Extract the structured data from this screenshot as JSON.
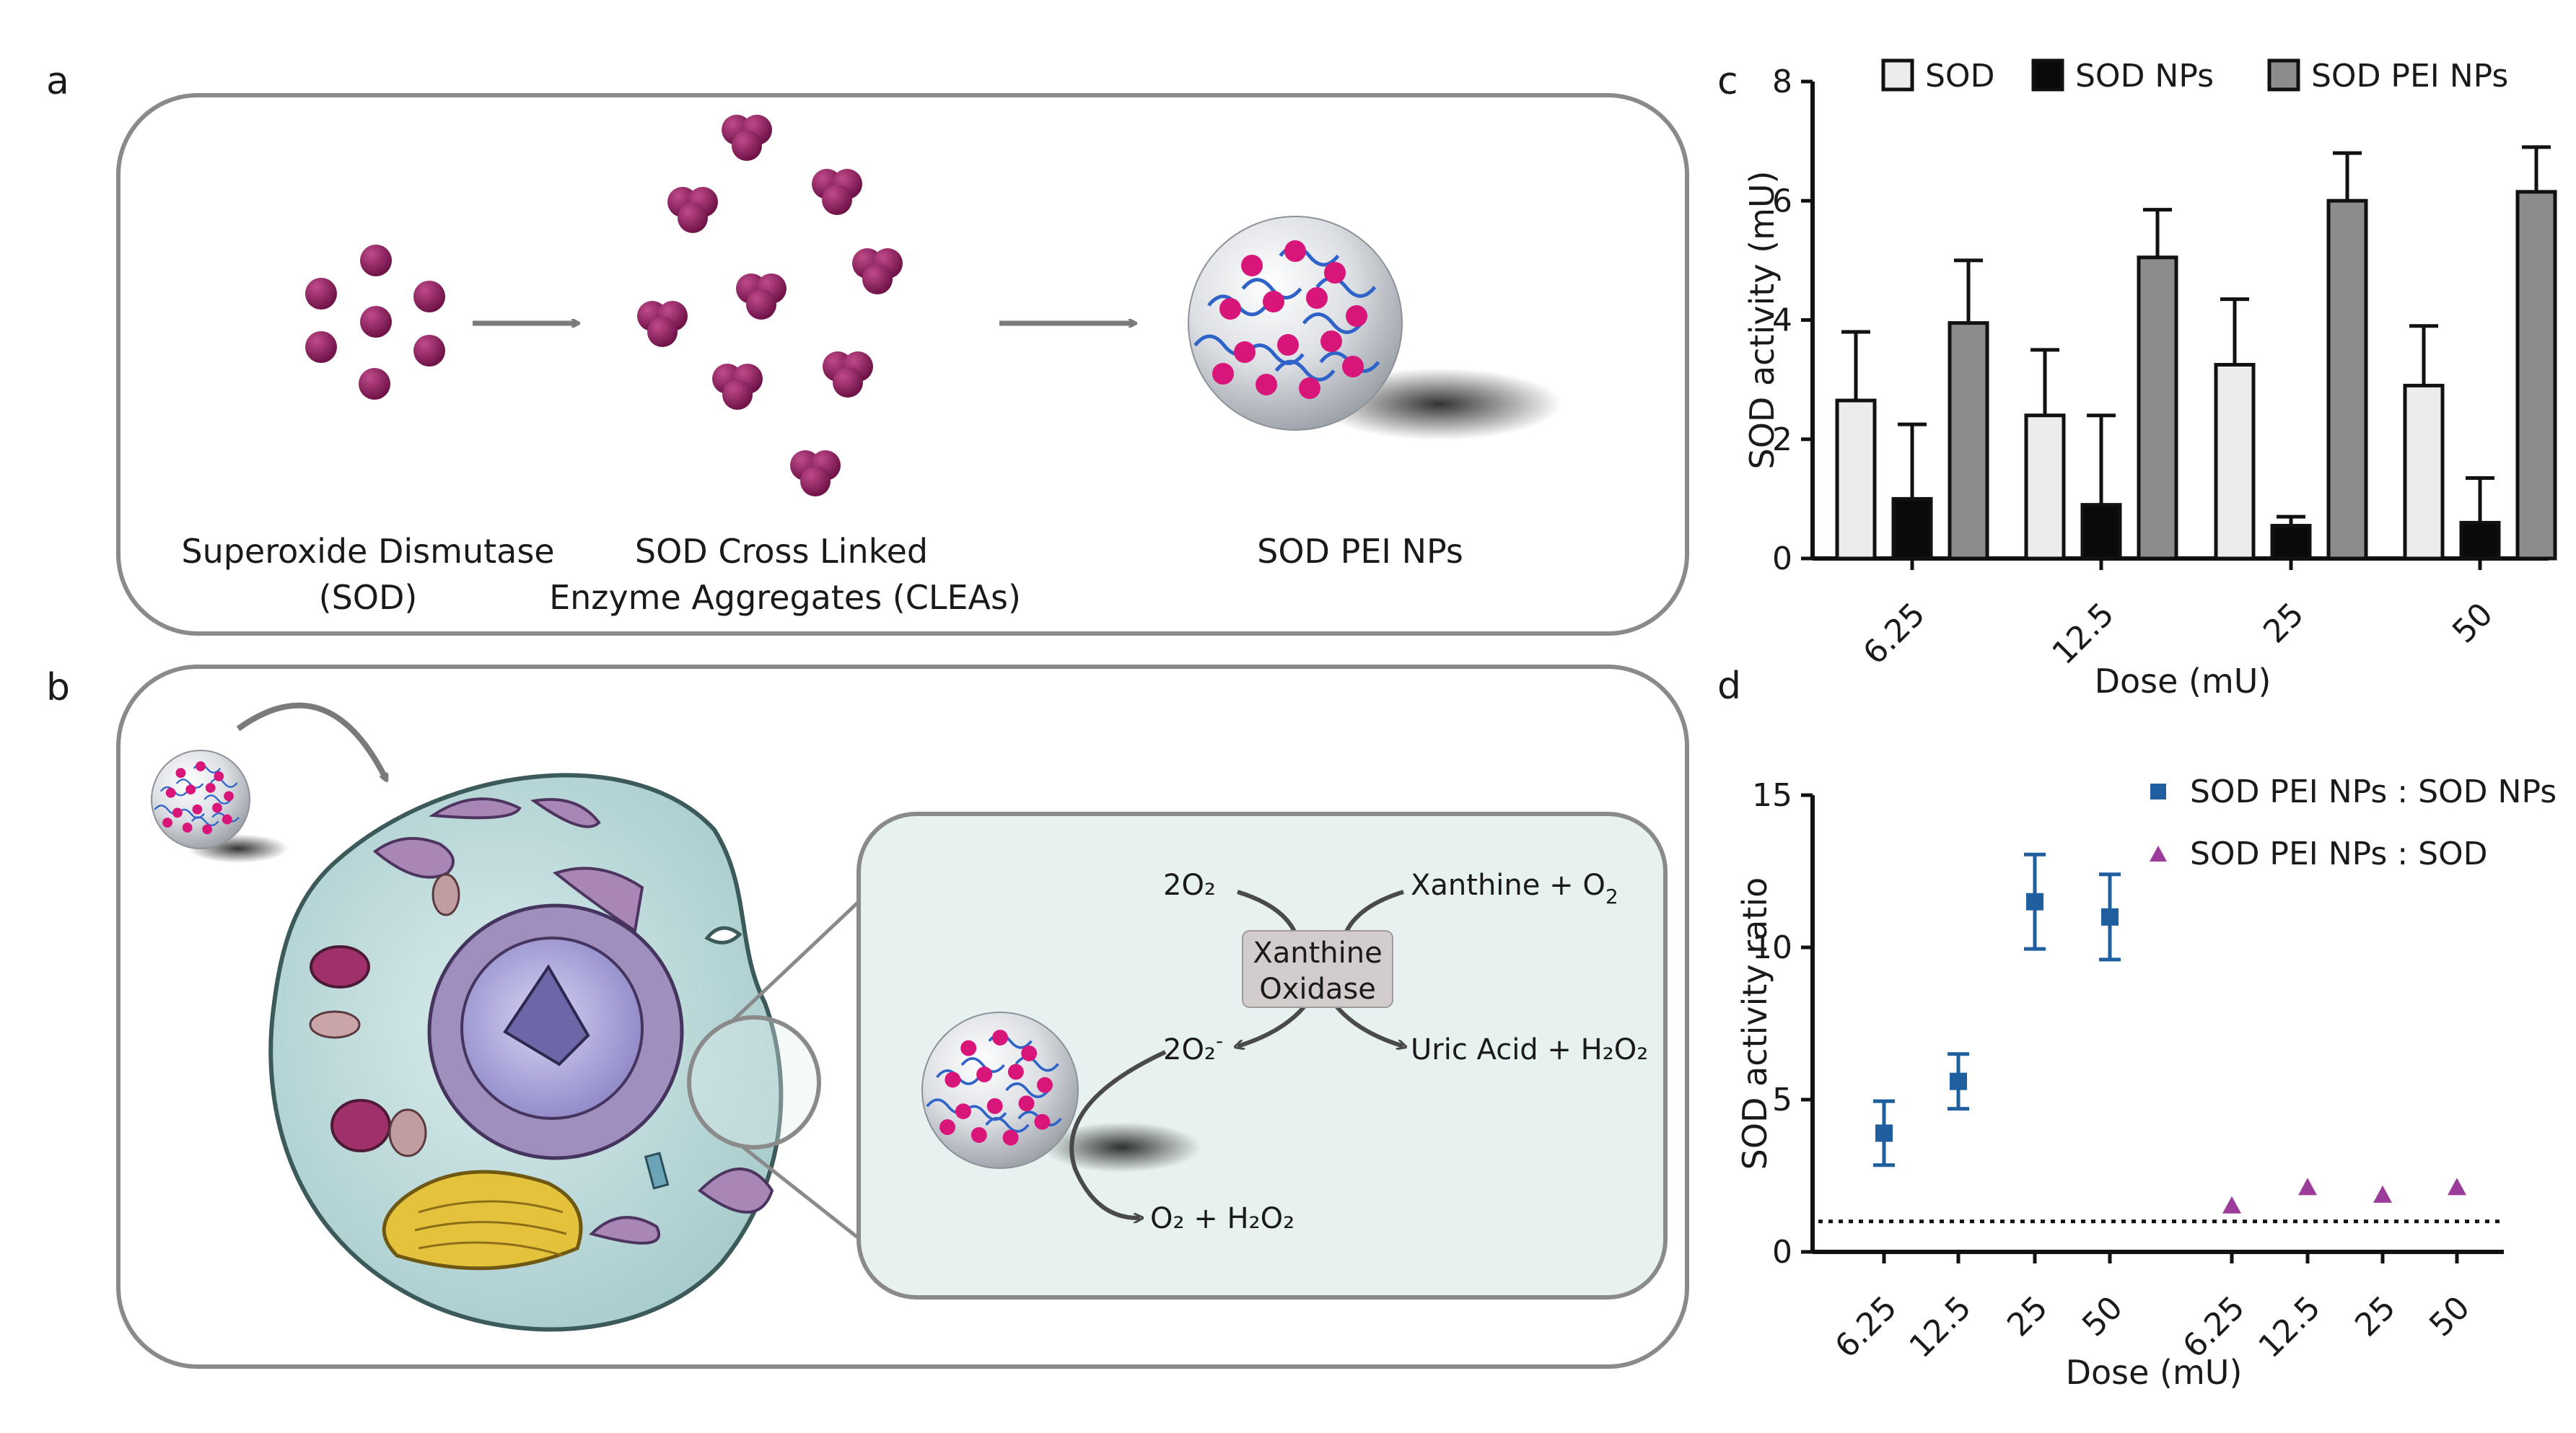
{
  "panel_labels": {
    "a": "a",
    "b": "b",
    "c": "c",
    "d": "d"
  },
  "panel_a": {
    "sod_label_1": "Superoxide Dismutase",
    "sod_label_2": "(SOD)",
    "clea_label_1": "SOD Cross Linked",
    "clea_label_2": "Enzyme Aggregates (CLEAs)",
    "np_label": "SOD PEI NPs"
  },
  "panel_b": {
    "reactant_superoxide": "2O₂",
    "reactant_xanthine": "Xanthine + O",
    "reactant_xanthine_sub": "2",
    "enzyme_line_1": "Xanthine",
    "enzyme_line_2": "Oxidase",
    "product_superoxide": "2O₂",
    "product_superoxide_sup": "-",
    "product_uric": "Uric Acid + H₂O₂",
    "product_final": "O₂ + H₂O₂"
  },
  "colors": {
    "enzyme": "#8e1f5f",
    "np_dot": "#d8167a",
    "polymer": "#2f63c8",
    "arrow": "#7a7a7a",
    "panel_border": "#8a8a8a",
    "bar_sod": "#ececec",
    "bar_sod_nps": "#0a0a0a",
    "bar_sod_pei": "#8c8c8c",
    "ratio_nps": "#1f5fa0",
    "ratio_sod": "#9b3c9b"
  },
  "chart_data": [
    {
      "type": "bar",
      "panel": "c",
      "xlabel": "Dose (mU)",
      "ylabel": "SOD activity (mU)",
      "ylim": [
        0,
        8
      ],
      "yticks": [
        "0",
        "2",
        "4",
        "6",
        "8"
      ],
      "categories": [
        "6.25",
        "12.5",
        "25",
        "50"
      ],
      "legend_position": "top",
      "series": [
        {
          "name": "SOD",
          "values": [
            2.65,
            2.4,
            3.25,
            2.9
          ],
          "errors": [
            1.15,
            1.1,
            1.1,
            1.0
          ]
        },
        {
          "name": "SOD NPs",
          "values": [
            1.0,
            0.9,
            0.55,
            0.6
          ],
          "errors": [
            1.25,
            1.5,
            0.15,
            0.75
          ]
        },
        {
          "name": "SOD PEI NPs",
          "values": [
            3.95,
            5.05,
            6.0,
            6.15
          ],
          "errors": [
            1.05,
            0.8,
            0.8,
            0.75
          ]
        }
      ]
    },
    {
      "type": "scatter",
      "panel": "d",
      "xlabel": "Dose (mU)",
      "ylabel": "SOD activity ratio",
      "ylim": [
        0,
        15
      ],
      "yticks": [
        "0",
        "5",
        "10",
        "15"
      ],
      "categories": [
        "6.25",
        "12.5",
        "25",
        "50",
        "6.25",
        "12.5",
        "25",
        "50"
      ],
      "reference_line": 1,
      "legend_position": "top-right",
      "series": [
        {
          "name": "SOD PEI NPs : SOD NPs",
          "marker": "square",
          "values": [
            3.9,
            5.6,
            11.5,
            11.0
          ],
          "errors": [
            1.05,
            0.9,
            1.55,
            1.4
          ]
        },
        {
          "name": "SOD PEI NPs : SOD",
          "marker": "triangle",
          "values": [
            1.5,
            2.1,
            1.85,
            2.1
          ]
        }
      ]
    }
  ]
}
